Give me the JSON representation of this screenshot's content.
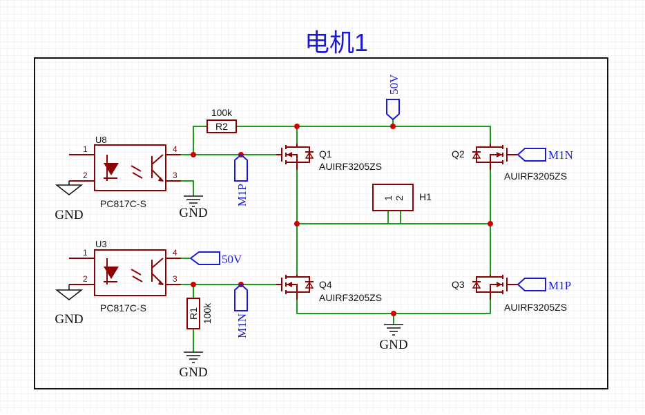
{
  "title": "电机1",
  "colors": {
    "wire": "#1f9a1f",
    "component": "#8b0000",
    "junction": "#cc0000",
    "net_label": "#0000cc",
    "frame": "#111111",
    "grid": "#e9e9e9",
    "text": "#111111"
  },
  "optocouplers": [
    {
      "ref": "U8",
      "part": "PC817C-S",
      "pins": [
        "1",
        "2",
        "3",
        "4"
      ]
    },
    {
      "ref": "U3",
      "part": "PC817C-S",
      "pins": [
        "1",
        "2",
        "3",
        "4"
      ]
    }
  ],
  "resistors": [
    {
      "ref": "R2",
      "value": "100k"
    },
    {
      "ref": "R1",
      "value": "100k"
    }
  ],
  "mosfets": [
    {
      "ref": "Q1",
      "part": "AUIRF3205ZS"
    },
    {
      "ref": "Q2",
      "part": "AUIRF3205ZS"
    },
    {
      "ref": "Q3",
      "part": "AUIRF3205ZS"
    },
    {
      "ref": "Q4",
      "part": "AUIRF3205ZS"
    }
  ],
  "header": {
    "ref": "H1",
    "pins": [
      "1",
      "2"
    ]
  },
  "net_labels": {
    "v50_top": "50V",
    "m1n_right": "M1N",
    "m1p_right": "M1P",
    "m1p_left": "M1P",
    "m1n_left": "M1N",
    "v50_u3": "50V"
  },
  "ground_label": "GND"
}
